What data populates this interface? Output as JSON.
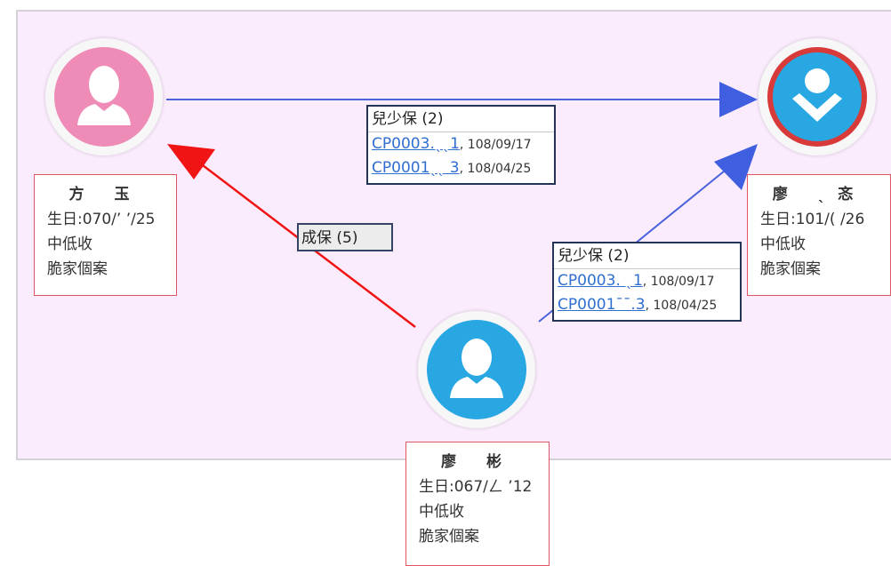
{
  "nodes": {
    "left": {
      "name": "方 玉",
      "birth": "生日:070/’ ’/25",
      "income": "中低收",
      "tag": "脆家個案",
      "disc_color": "#ef8bb7",
      "icon": "female-person-icon"
    },
    "right": {
      "name": "廖 ˎ忞",
      "birth": "生日:101/( /26",
      "income": "中低收",
      "tag": "脆家個案",
      "disc_color": "#29a7e3",
      "ring_color": "#d83a3a",
      "icon": "child-download-icon"
    },
    "center": {
      "name": "廖 彬",
      "birth": "生日:067/ㄥ ’12",
      "income": "中低收",
      "tag": "脆家個案",
      "disc_color": "#29a7e3",
      "icon": "male-person-icon"
    }
  },
  "edges": {
    "top": {
      "title": "兒少保 (2)",
      "cases": [
        {
          "id": "CP0003․ˎˎ1",
          "date": ", 108/09/17"
        },
        {
          "id": "CP0001ˎˎ 3",
          "date": ", 108/04/25"
        }
      ]
    },
    "right": {
      "title": "兒少保 (2)",
      "cases": [
        {
          "id": "CP0003․ ˎ1",
          "date": ", 108/09/17"
        },
        {
          "id": "CP0001ˉˉ.3",
          "date": ", 108/04/25"
        }
      ]
    },
    "left": {
      "title": "成保 (5)"
    }
  },
  "colors": {
    "blue_edge": "#4a63dc",
    "red_edge": "#f01414",
    "panel_bg": "#fbecfd"
  }
}
